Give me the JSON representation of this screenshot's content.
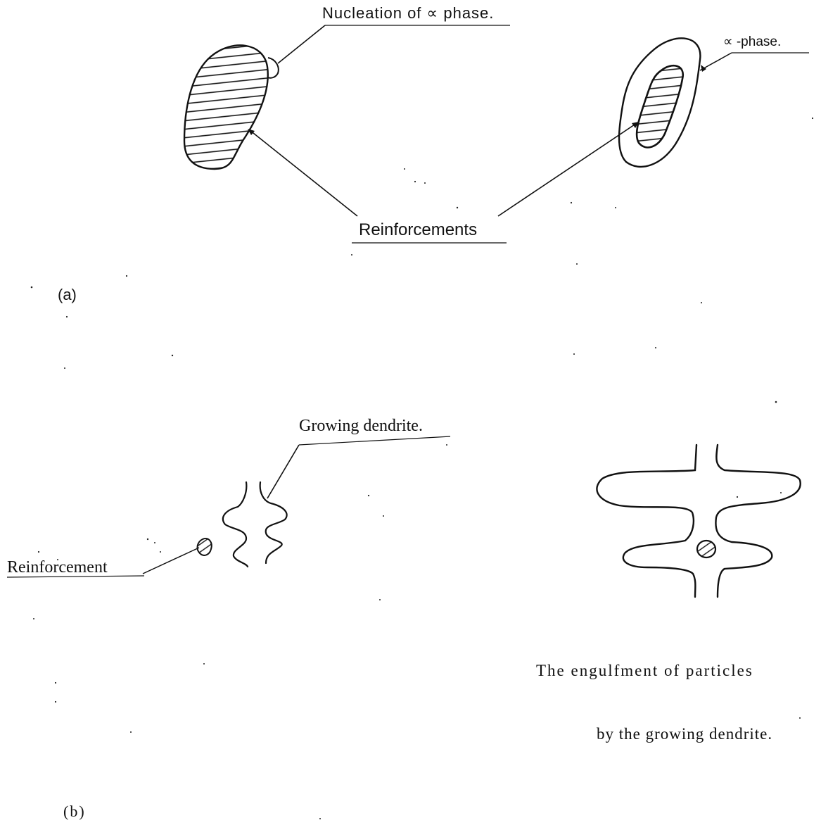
{
  "panel_a": {
    "label": "(a)",
    "nucleation_label": "Nucleation of ∝ phase.",
    "alpha_label": "∝ -phase.",
    "reinforcements_label": "Reinforcements"
  },
  "panel_b": {
    "label": "(b)",
    "growing_dendrite_label": "Growing dendrite.",
    "reinforcement_label": "Reinforcement",
    "caption_line1": "The engulfment of particles",
    "caption_line2": "by the growing dendrite."
  },
  "colors": {
    "ink": "#111111",
    "paper": "#ffffff"
  }
}
